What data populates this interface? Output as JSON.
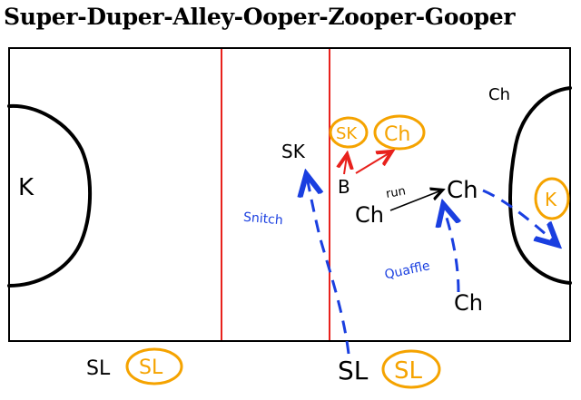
{
  "title": "Super-Duper-Alley-Ooper-Zooper-Gooper",
  "colors": {
    "field_border": "#000000",
    "midlines": "#e8211c",
    "arrows_blue": "#1a3fe0",
    "arrows_red": "#e8211c",
    "highlight_orange": "#f5a300"
  },
  "players": {
    "keeper_left": "K",
    "seeker": "SK",
    "beater": "B",
    "chaser_top_right": "Ch",
    "chaser_runner": "Ch",
    "chaser_run_target": "Ch",
    "chaser_bottom": "Ch",
    "seeker_circled": "SK",
    "chaser_circled": "Ch",
    "keeper_circled": "K",
    "snitch_runner_bottom_left": "SL",
    "snitch_runner_circled_left": "SL",
    "snitch_runner_bottom_mid": "SL",
    "snitch_runner_circled_mid": "SL"
  },
  "annotations": {
    "run": "run",
    "snitch": "Snitch",
    "quaffle": "Quaffle"
  }
}
